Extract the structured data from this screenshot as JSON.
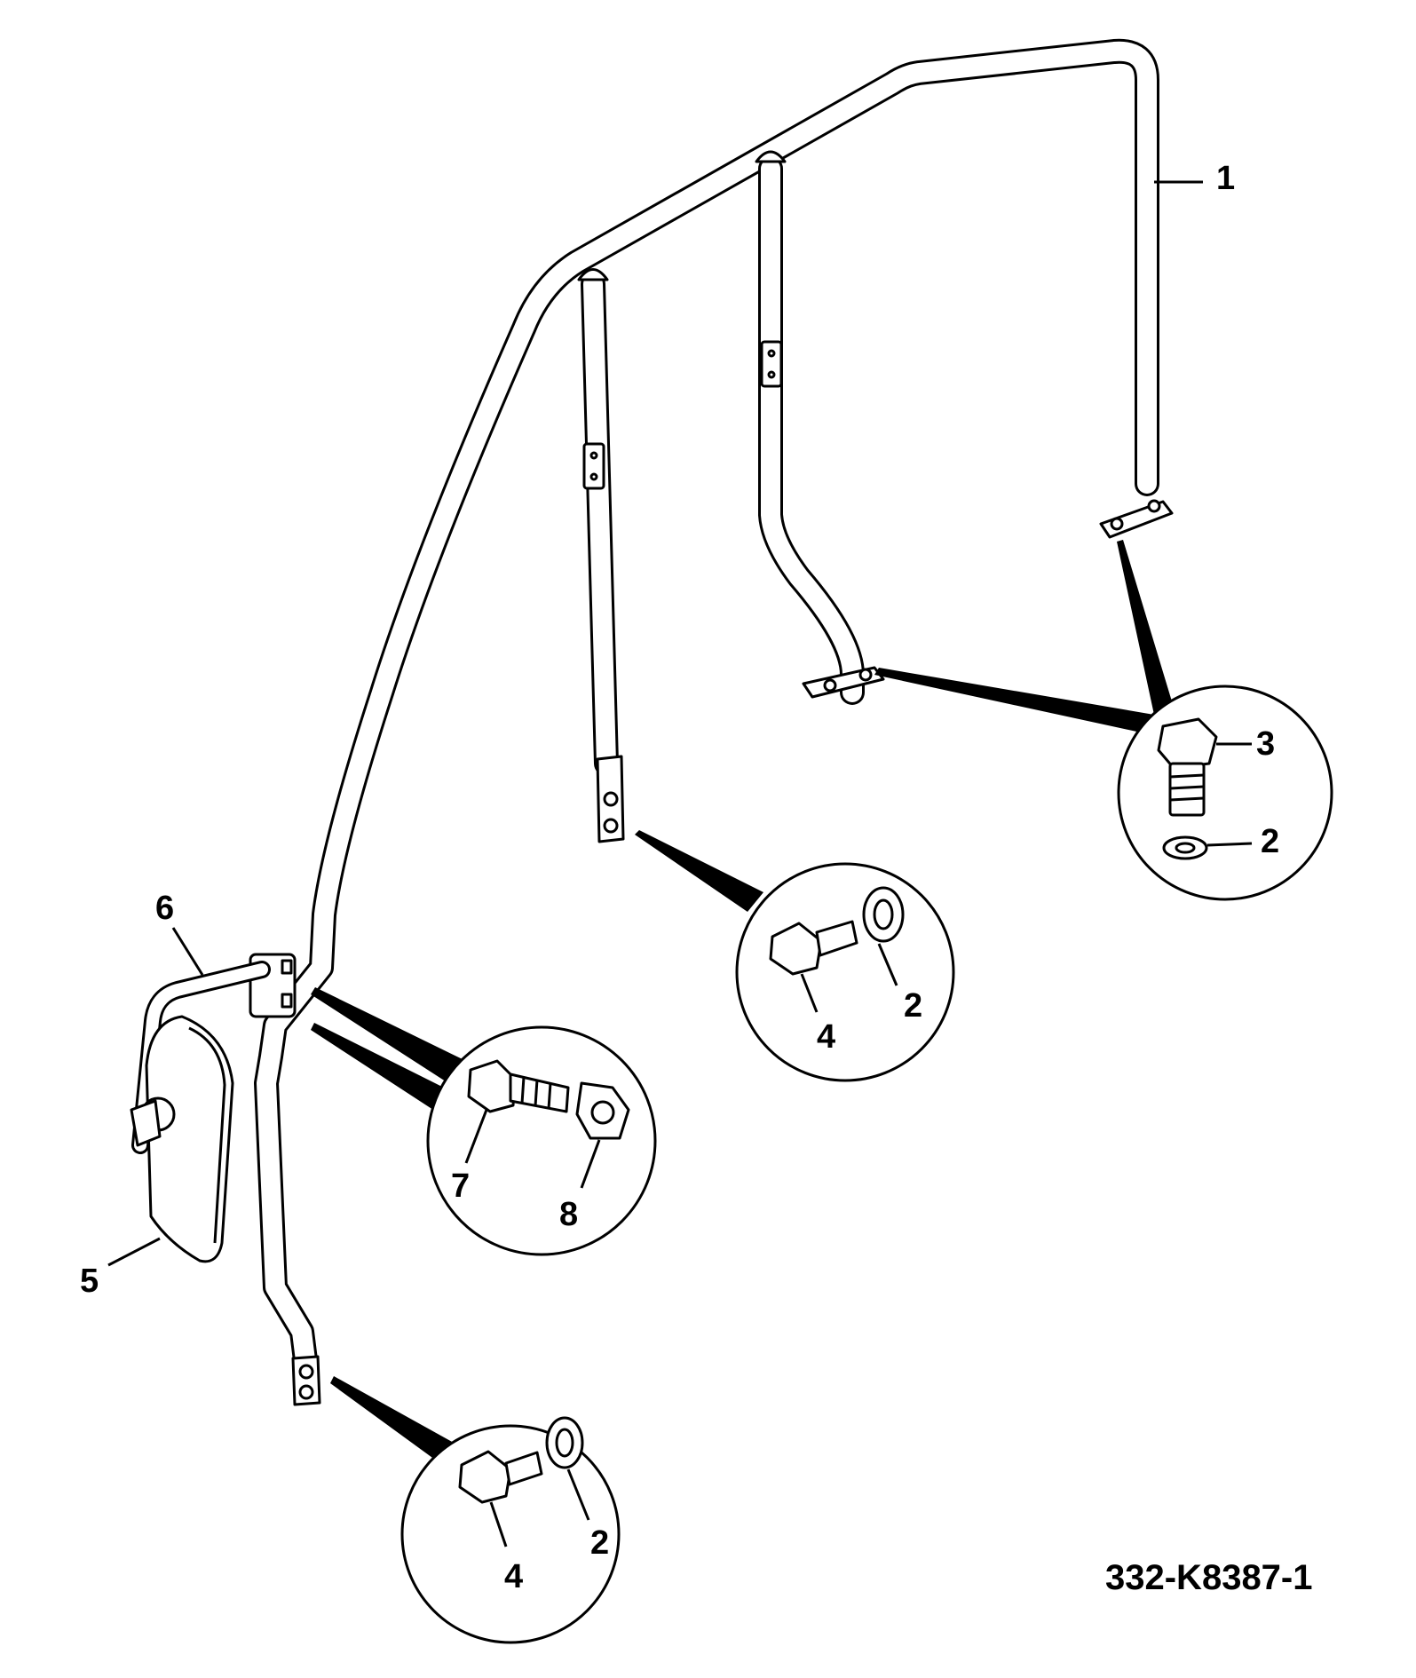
{
  "drawing_number": "332-K8387-1",
  "callouts": {
    "frame": "1",
    "washer_rear": "2",
    "bolt_rear": "3",
    "bolt_front_upper": "4",
    "washer_front_upper": "2",
    "mirror": "5",
    "mirror_arm": "6",
    "bolt_clamp": "7",
    "nut_clamp": "8",
    "bolt_front_lower": "4",
    "washer_front_lower": "2"
  }
}
